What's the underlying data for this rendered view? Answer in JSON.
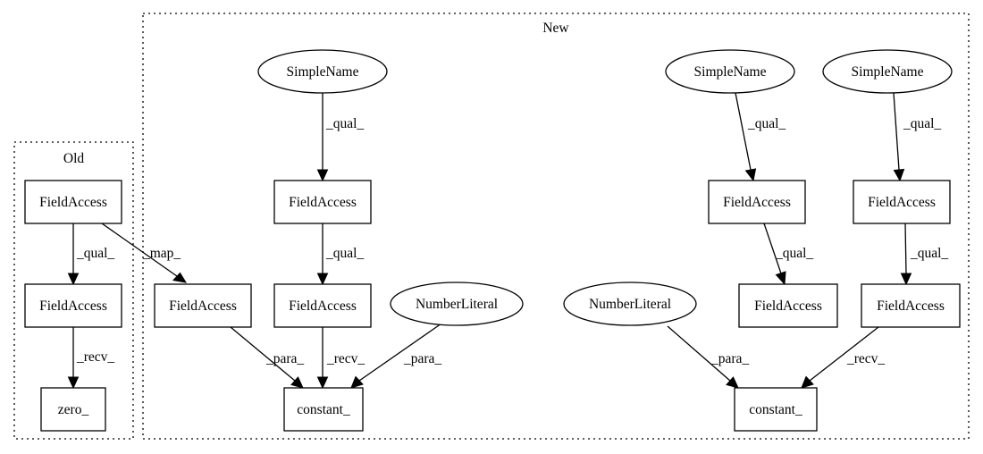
{
  "clusters": {
    "old": {
      "label": "Old"
    },
    "new": {
      "label": "New"
    }
  },
  "nodes": {
    "old_fa_top": {
      "label": "FieldAccess",
      "shape": "box"
    },
    "old_fa_mid": {
      "label": "FieldAccess",
      "shape": "box"
    },
    "old_zero": {
      "label": "zero_",
      "shape": "box"
    },
    "new_fa_map": {
      "label": "FieldAccess",
      "shape": "box"
    },
    "new_sn_1": {
      "label": "SimpleName",
      "shape": "ellipse"
    },
    "new_fa_1a": {
      "label": "FieldAccess",
      "shape": "box"
    },
    "new_fa_1b": {
      "label": "FieldAccess",
      "shape": "box"
    },
    "new_nl_1": {
      "label": "NumberLiteral",
      "shape": "ellipse"
    },
    "new_const_1": {
      "label": "constant_",
      "shape": "box"
    },
    "new_sn_2": {
      "label": "SimpleName",
      "shape": "ellipse"
    },
    "new_fa_2a": {
      "label": "FieldAccess",
      "shape": "box"
    },
    "new_fa_2b": {
      "label": "FieldAccess",
      "shape": "box"
    },
    "new_sn_3": {
      "label": "SimpleName",
      "shape": "ellipse"
    },
    "new_fa_3a": {
      "label": "FieldAccess",
      "shape": "box"
    },
    "new_fa_3b": {
      "label": "FieldAccess",
      "shape": "box"
    },
    "new_nl_2": {
      "label": "NumberLiteral",
      "shape": "ellipse"
    },
    "new_const_2": {
      "label": "constant_",
      "shape": "box"
    }
  },
  "edges": [
    {
      "id": "e1",
      "from": "old_fa_top",
      "to": "old_fa_mid",
      "label": "_qual_"
    },
    {
      "id": "e2",
      "from": "old_fa_mid",
      "to": "old_zero",
      "label": "_recv_"
    },
    {
      "id": "e3",
      "from": "old_fa_top",
      "to": "new_fa_map",
      "label": "_map_"
    },
    {
      "id": "e4",
      "from": "new_sn_1",
      "to": "new_fa_1a",
      "label": "_qual_"
    },
    {
      "id": "e5",
      "from": "new_fa_1a",
      "to": "new_fa_1b",
      "label": "_qual_"
    },
    {
      "id": "e6",
      "from": "new_fa_map",
      "to": "new_const_1",
      "label": "_para_"
    },
    {
      "id": "e7",
      "from": "new_fa_1b",
      "to": "new_const_1",
      "label": "_recv_"
    },
    {
      "id": "e8",
      "from": "new_nl_1",
      "to": "new_const_1",
      "label": "_para_"
    },
    {
      "id": "e9",
      "from": "new_sn_2",
      "to": "new_fa_2a",
      "label": "_qual_"
    },
    {
      "id": "e10",
      "from": "new_fa_2a",
      "to": "new_fa_2b",
      "label": "_qual_"
    },
    {
      "id": "e11",
      "from": "new_sn_3",
      "to": "new_fa_3a",
      "label": "_qual_"
    },
    {
      "id": "e12",
      "from": "new_fa_3a",
      "to": "new_fa_3b",
      "label": "_qual_"
    },
    {
      "id": "e13",
      "from": "new_nl_2",
      "to": "new_const_2",
      "label": "_para_"
    },
    {
      "id": "e14",
      "from": "new_fa_3b",
      "to": "new_const_2",
      "label": "_recv_"
    }
  ]
}
